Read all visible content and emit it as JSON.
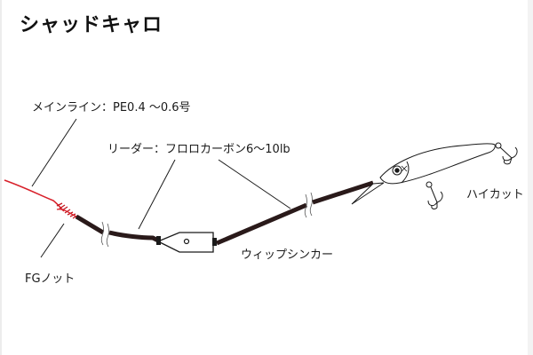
{
  "title": "シャッドキャロ",
  "labels": {
    "main_line": "メインライン：PE0.4 〜0.6号",
    "leader": "リーダー：フロロカーボン6〜10lb",
    "sinker": "ウィップシンカー",
    "lure": "ハイカット",
    "knot": "FGノット"
  },
  "colors": {
    "main_line": "#d8202a",
    "leader": "#2a1a1a",
    "outline": "#1a1a1a",
    "background": "#ffffff"
  }
}
